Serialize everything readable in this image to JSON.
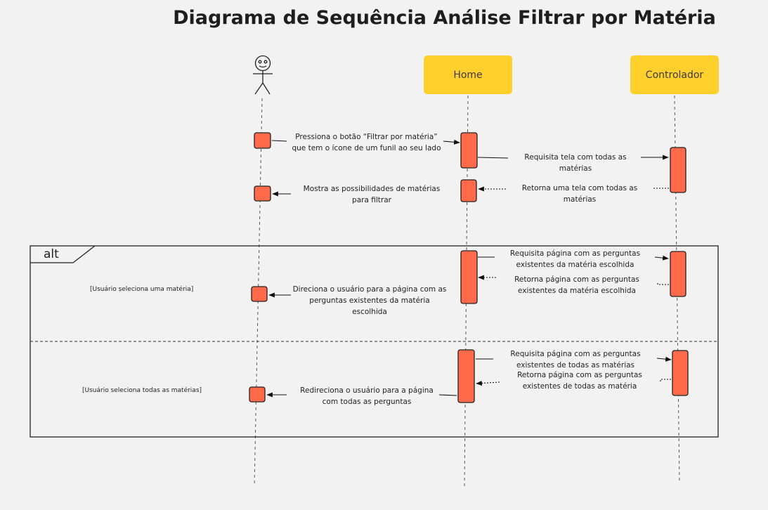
{
  "title": "Diagrama de Sequência Análise Filtrar por Matéria",
  "participants": {
    "home": "Home",
    "controlador": "Controlador"
  },
  "fragment": {
    "type": "alt",
    "guard_1": "[Usuário seleciona uma matéria]",
    "guard_2": "[Usuário seleciona todas as matérias]"
  },
  "messages": {
    "m1": "Pressiona o botão “Filtrar por matéria” que tem o ícone de um funil ao seu lado",
    "m2": "Requisita tela com todas as matérias",
    "m3": "Retorna uma tela com todas as matérias",
    "m4": "Mostra as possibilidades de matérias para filtrar",
    "m5": "Requisita página com as perguntas existentes da matéria escolhida",
    "m6": "Retorna página com as perguntas existentes da matéria escolhida",
    "m7": "Direciona o usuário para a página com as perguntas existentes da matéria escolhida",
    "m8": "Requisita página com as perguntas existentes de todas as matérias",
    "m9": "Retorna página com as perguntas existentes de todas as matéria",
    "m10": "Redireciona o usuário para a página com todas as perguntas"
  },
  "colors": {
    "participant": "#ffd02b",
    "activation": "#ff6b4a",
    "background": "#f2f2f2"
  }
}
